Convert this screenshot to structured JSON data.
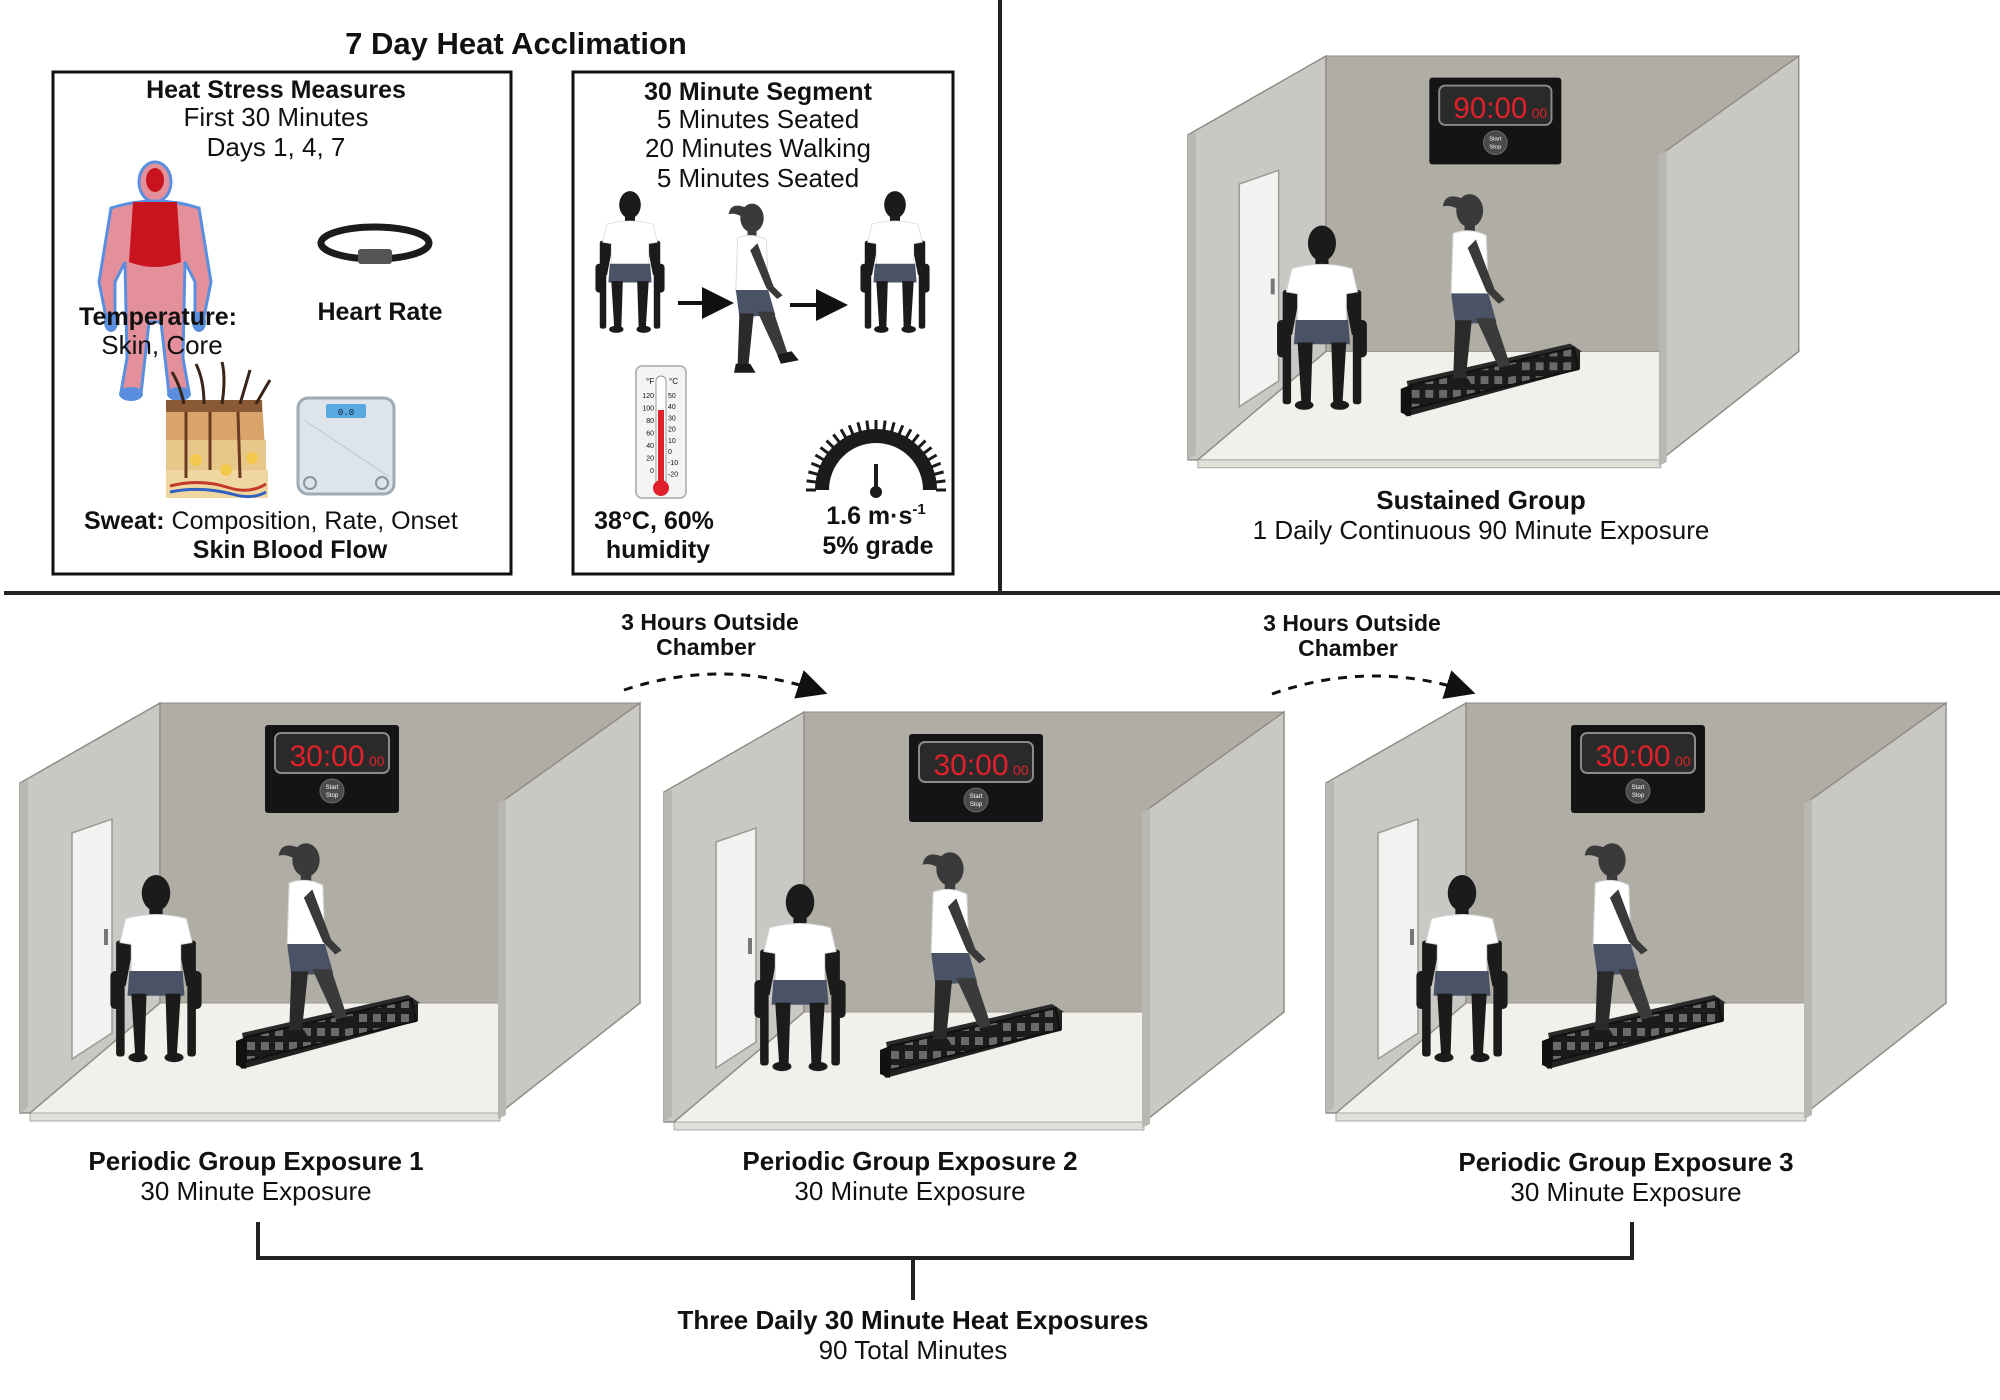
{
  "main_title": "7 Day Heat Acclimation",
  "measures": {
    "heading": "Heat Stress Measures",
    "line1": "First 30 Minutes",
    "line2": "Days 1, 4, 7",
    "temperature_label": "Temperature:",
    "temperature_sub": "Skin, Core",
    "heart_rate_label": "Heart Rate",
    "sweat_label": "Sweat:",
    "sweat_detail": " Composition, Rate, Onset",
    "blood_flow_label": "Skin Blood Flow",
    "scale_display": "0.0"
  },
  "segment": {
    "heading": "30 Minute Segment",
    "line1": "5 Minutes Seated",
    "line2": "20 Minutes Walking",
    "line3": "5 Minutes Seated",
    "thermo_unit_f": "°F",
    "thermo_unit_c": "°C",
    "thermo_f_ticks": [
      "120",
      "100",
      "80",
      "60",
      "40",
      "20",
      "0"
    ],
    "thermo_c_ticks": [
      "50",
      "40",
      "30",
      "20",
      "10",
      "0",
      "-10",
      "-20"
    ],
    "conditions_line1": "38°C, 60%",
    "conditions_line2": "humidity",
    "speed": "1.6 m·s",
    "speed_exp": "-1",
    "grade": "5% grade"
  },
  "sustained": {
    "title": "Sustained Group",
    "subtitle": "1 Daily Continuous 90 Minute Exposure",
    "timer": "90:00",
    "timer_small": "00"
  },
  "timer_button": {
    "line1": "Start",
    "line2": "Stop"
  },
  "transitions": [
    {
      "line1": "3 Hours Outside",
      "line2": "Chamber"
    },
    {
      "line1": "3 Hours Outside",
      "line2": "Chamber"
    }
  ],
  "periodic": [
    {
      "title": "Periodic Group Exposure 1",
      "subtitle": "30 Minute Exposure",
      "timer": "30:00",
      "timer_small": "00"
    },
    {
      "title": "Periodic Group Exposure 2",
      "subtitle": "30 Minute Exposure",
      "timer": "30:00",
      "timer_small": "00"
    },
    {
      "title": "Periodic Group Exposure 3",
      "subtitle": "30 Minute Exposure",
      "timer": "30:00",
      "timer_small": "00"
    }
  ],
  "summary": {
    "title": "Three Daily 30 Minute Heat Exposures",
    "subtitle": "90 Total Minutes"
  },
  "colors": {
    "timer_red": "#e0202a",
    "wall_back": "#b0aea4",
    "wall_side": "#c9c8c4",
    "floor": "#f1f0ea",
    "silhouette": "#1b1b1b",
    "shirt": "#ffffff",
    "shorts": "#4a5366",
    "body_red": "#c8141e",
    "body_pink": "#e4909a",
    "body_blue": "#5a8fe0"
  }
}
